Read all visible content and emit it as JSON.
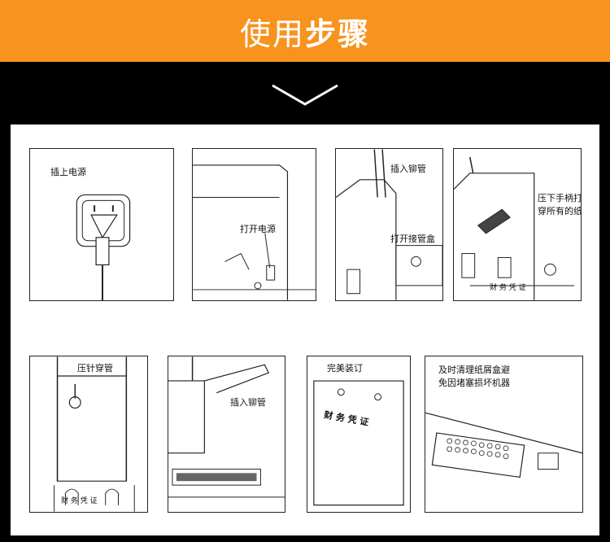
{
  "header": {
    "title_light": "使用",
    "title_bold": "步骤",
    "bg_color": "#f7931e"
  },
  "steps": [
    {
      "label": "插上电源"
    },
    {
      "label": "打开电源"
    },
    {
      "label": "插入铆管",
      "label2": "打开接管盒"
    },
    {
      "label_line1": "压下手柄打",
      "label_line2": "穿所有的纸"
    },
    {
      "label": "压针穿管",
      "stamp": "财 务 凭 证"
    },
    {
      "label": "插入铆管"
    },
    {
      "label": "完美装订",
      "doc_text": "财 务 凭 证"
    },
    {
      "label_line1": "及时清理纸屑盒避",
      "label_line2": "免因堵塞损坏机器"
    }
  ],
  "extra_stamp": "财 务 凭 证"
}
